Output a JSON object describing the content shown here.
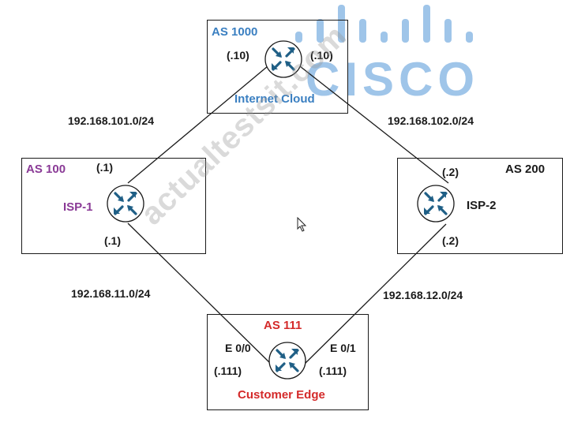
{
  "logo": {
    "name": "cisco-logo",
    "text": "CISCO",
    "color": "#4f96d7"
  },
  "watermark": {
    "text": "actualtestsit.com"
  },
  "nodes": {
    "internet_cloud": {
      "as_label": "AS 1000",
      "name": "Internet Cloud",
      "ip_left": "(.10)",
      "ip_right": "(.10)"
    },
    "isp1": {
      "as_label": "AS 100",
      "name": "ISP-1",
      "ip_top": "(.1)",
      "ip_bottom": "(.1)"
    },
    "isp2": {
      "as_label": "AS 200",
      "name": "ISP-2",
      "ip_top": "(.2)",
      "ip_bottom": "(.2)"
    },
    "customer_edge": {
      "as_label": "AS 111",
      "name": "Customer Edge",
      "if_left": "E 0/0",
      "if_right": "E 0/1",
      "ip_left": "(.111)",
      "ip_right": "(.111)"
    }
  },
  "links": {
    "isp1_cloud": "192.168.101.0/24",
    "cloud_isp2": "192.168.102.0/24",
    "isp1_ce": "192.168.11.0/24",
    "isp2_ce": "192.168.12.0/24"
  },
  "colors": {
    "as_blue": "#3a7fc1",
    "as_purple": "#8a3a96",
    "as_red": "#d42a2a",
    "router_fill": "#ffffff",
    "router_arrows": "#1f5f86"
  },
  "icons": {
    "router": "router-icon",
    "cursor": "mouse-cursor-icon"
  }
}
